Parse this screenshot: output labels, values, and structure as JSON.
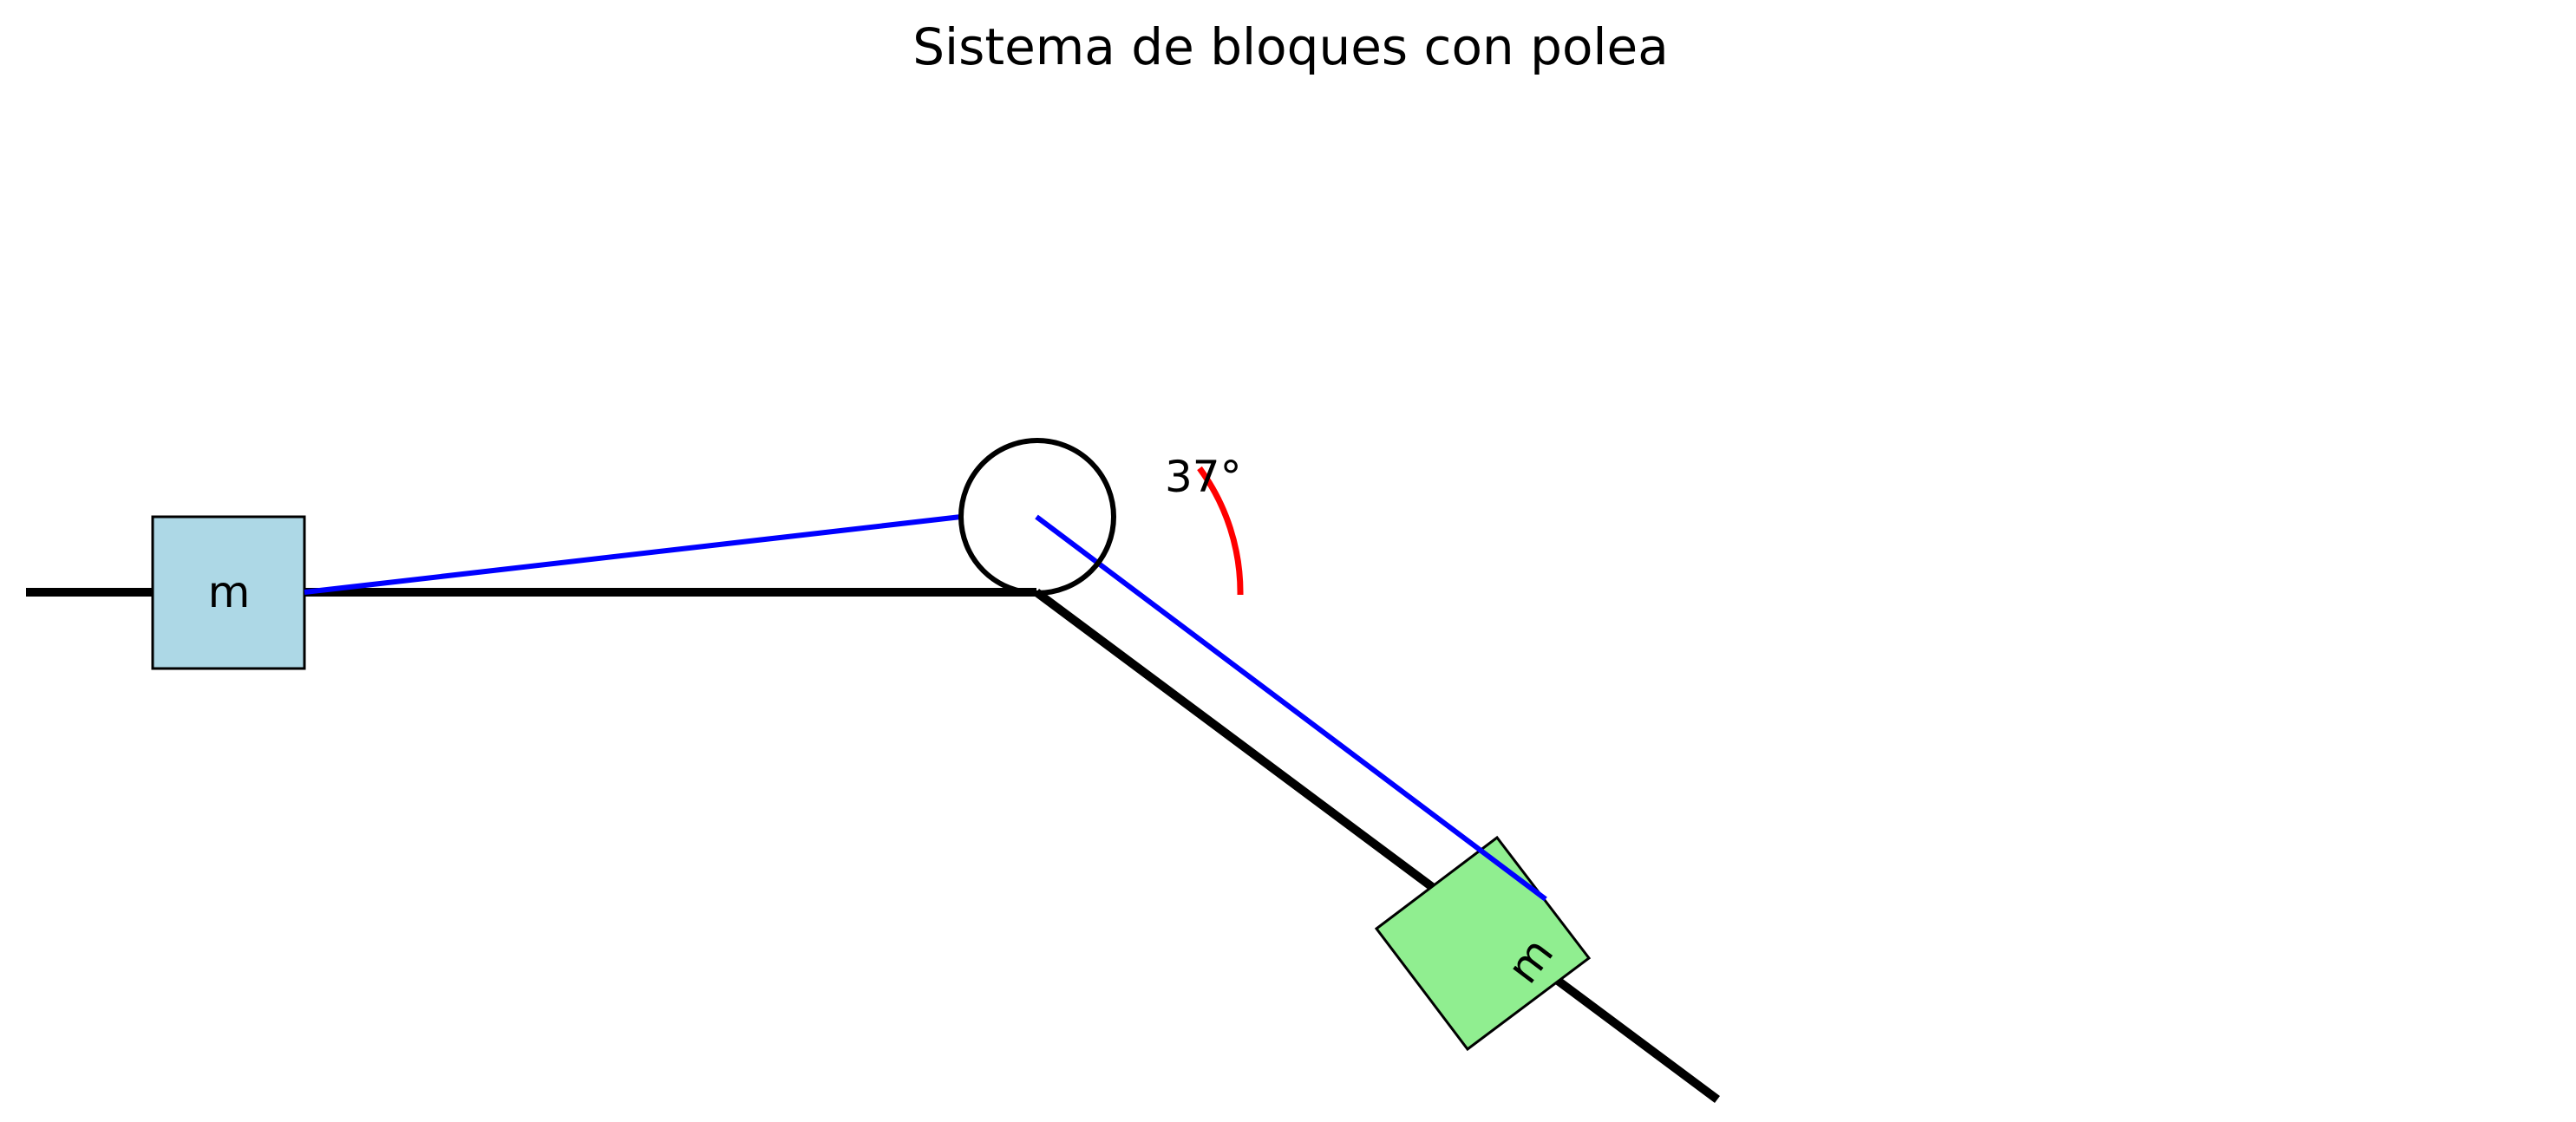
{
  "diagram": {
    "title": "Sistema de bloques con polea",
    "angle_label": "37°",
    "angle_degrees": 37,
    "left_block_label": "m",
    "incline_block_label": "m",
    "colors": {
      "left_block_fill": "#add8e6",
      "incline_block_fill": "#90ee90",
      "rope": "#0000ff",
      "angle_arc": "#ff0000",
      "surfaces": "#000000",
      "pulley": "#000000"
    }
  }
}
